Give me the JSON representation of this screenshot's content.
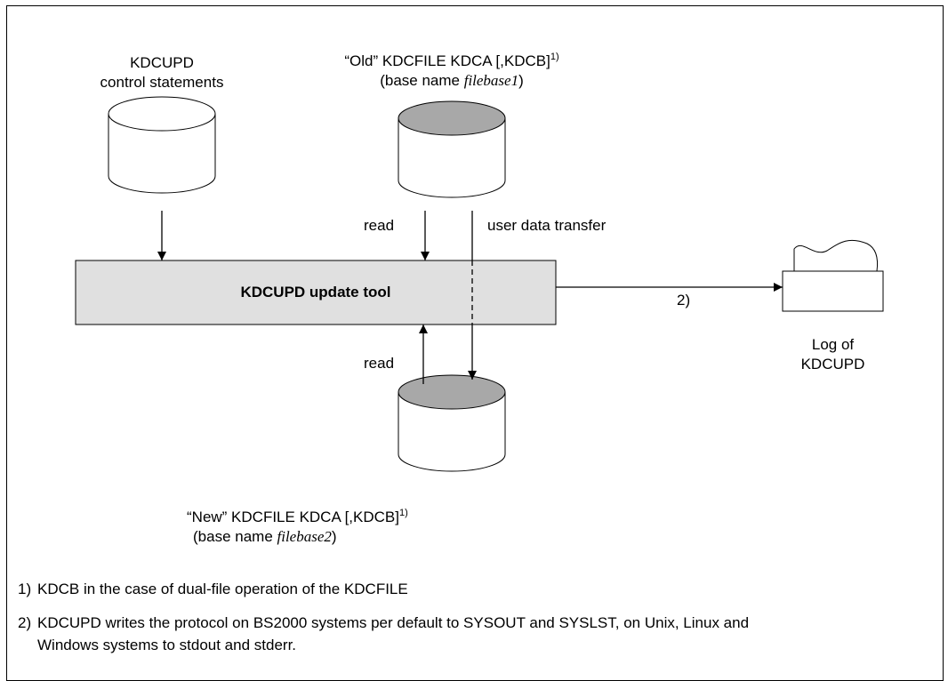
{
  "control_statements": {
    "line1": "KDCUPD",
    "line2": "control statements"
  },
  "old_kdcfile": {
    "line1_pre": "“Old” KDCFILE KDCA [,KDCB]",
    "line1_sup": "1)",
    "line2_pre": "(base name ",
    "line2_italic": "filebase1",
    "line2_post": ")"
  },
  "new_kdcfile": {
    "line1_pre": "“New” KDCFILE KDCA [,KDCB]",
    "line1_sup": "1)",
    "line2_pre": "(base name ",
    "line2_italic": "filebase2",
    "line2_post": ")"
  },
  "tool": {
    "label": "KDCUPD update tool"
  },
  "arrows": {
    "read_top": "read",
    "read_bottom": "read",
    "user_data_transfer": "user data transfer",
    "to_log": "2)"
  },
  "log": {
    "line1": "Log of",
    "line2": "KDCUPD"
  },
  "footnotes": [
    {
      "num": "1)",
      "text": "KDCB in the case of dual-file operation of the KDCFILE"
    },
    {
      "num": "2)",
      "text": "KDCUPD writes the protocol on BS2000 systems per default to SYSOUT and SYSLST, on Unix, Linux and",
      "text2": "Windows systems to stdout and stderr."
    }
  ],
  "colors": {
    "disk_top": "#a8a8a8",
    "tool_box": "#e0e0e0"
  }
}
